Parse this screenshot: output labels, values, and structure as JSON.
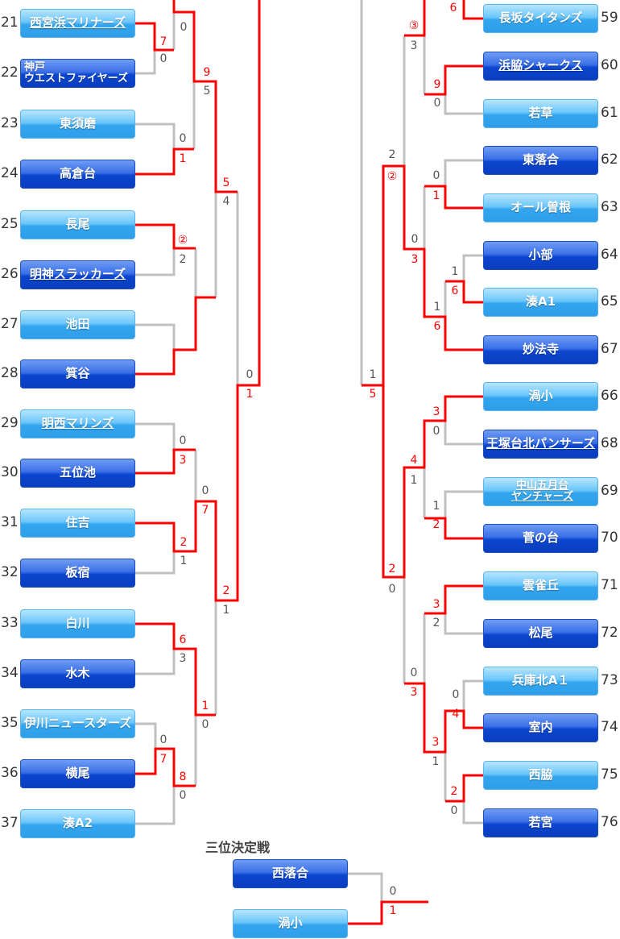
{
  "third_place_title": "三位決定戦",
  "teams_left": [
    {
      "no": "21",
      "name": [
        "西宮浜マリナーズ"
      ],
      "tone": "light",
      "underline": true
    },
    {
      "no": "22",
      "name": [
        "神戸",
        "ウエストファイヤーズ"
      ],
      "tone": "dark",
      "underline": false
    },
    {
      "no": "23",
      "name": [
        "東須磨"
      ],
      "tone": "light",
      "underline": false
    },
    {
      "no": "24",
      "name": [
        "高倉台"
      ],
      "tone": "dark",
      "underline": false
    },
    {
      "no": "25",
      "name": [
        "長尾"
      ],
      "tone": "light",
      "underline": false
    },
    {
      "no": "26",
      "name": [
        "明神スラッカーズ"
      ],
      "tone": "dark",
      "underline": true
    },
    {
      "no": "27",
      "name": [
        "池田"
      ],
      "tone": "light",
      "underline": false
    },
    {
      "no": "28",
      "name": [
        "箕谷"
      ],
      "tone": "dark",
      "underline": false
    },
    {
      "no": "29",
      "name": [
        "明西マリンズ"
      ],
      "tone": "light",
      "underline": true
    },
    {
      "no": "30",
      "name": [
        "五位池"
      ],
      "tone": "dark",
      "underline": false
    },
    {
      "no": "31",
      "name": [
        "住吉"
      ],
      "tone": "light",
      "underline": false
    },
    {
      "no": "32",
      "name": [
        "板宿"
      ],
      "tone": "dark",
      "underline": false
    },
    {
      "no": "33",
      "name": [
        "白川"
      ],
      "tone": "light",
      "underline": false
    },
    {
      "no": "34",
      "name": [
        "水木"
      ],
      "tone": "dark",
      "underline": false
    },
    {
      "no": "35",
      "name": [
        "伊川ニュースターズ"
      ],
      "tone": "light",
      "underline": false
    },
    {
      "no": "36",
      "name": [
        "横尾"
      ],
      "tone": "dark",
      "underline": false
    },
    {
      "no": "37",
      "name": [
        "湊A2"
      ],
      "tone": "light",
      "underline": false
    }
  ],
  "teams_right": [
    {
      "no": "59",
      "name": [
        "長坂タイタンズ"
      ],
      "tone": "light",
      "underline": false
    },
    {
      "no": "60",
      "name": [
        "浜脇シャークス"
      ],
      "tone": "dark",
      "underline": true
    },
    {
      "no": "61",
      "name": [
        "若草"
      ],
      "tone": "light",
      "underline": false
    },
    {
      "no": "62",
      "name": [
        "東落合"
      ],
      "tone": "dark",
      "underline": false
    },
    {
      "no": "63",
      "name": [
        "オール曽根"
      ],
      "tone": "light",
      "underline": false
    },
    {
      "no": "64",
      "name": [
        "小部"
      ],
      "tone": "dark",
      "underline": false
    },
    {
      "no": "65",
      "name": [
        "湊A1"
      ],
      "tone": "light",
      "underline": false
    },
    {
      "no": "67",
      "name": [
        "妙法寺"
      ],
      "tone": "dark",
      "underline": false
    },
    {
      "no": "66",
      "name": [
        "渦小"
      ],
      "tone": "light",
      "underline": false
    },
    {
      "no": "68",
      "name": [
        "王塚台北パンサーズ"
      ],
      "tone": "dark",
      "underline": true
    },
    {
      "no": "69",
      "name": [
        "中山五月台",
        "ヤンチャーズ"
      ],
      "tone": "light",
      "underline": true
    },
    {
      "no": "70",
      "name": [
        "菅の台"
      ],
      "tone": "dark",
      "underline": false
    },
    {
      "no": "71",
      "name": [
        "雲雀丘"
      ],
      "tone": "light",
      "underline": false
    },
    {
      "no": "72",
      "name": [
        "松尾"
      ],
      "tone": "dark",
      "underline": false
    },
    {
      "no": "73",
      "name": [
        "兵庫北A１"
      ],
      "tone": "light",
      "underline": false
    },
    {
      "no": "74",
      "name": [
        "室内"
      ],
      "tone": "dark",
      "underline": false
    },
    {
      "no": "75",
      "name": [
        "西脇"
      ],
      "tone": "light",
      "underline": false
    },
    {
      "no": "76",
      "name": [
        "若宮"
      ],
      "tone": "dark",
      "underline": false
    }
  ],
  "teams_third": [
    {
      "name": [
        "西落合"
      ],
      "tone": "dark",
      "underline": false
    },
    {
      "name": [
        "渦小"
      ],
      "tone": "light",
      "underline": false
    }
  ],
  "scores": [
    {
      "v": "0",
      "win": false
    },
    {
      "v": "7",
      "win": true
    },
    {
      "v": "0",
      "win": false
    },
    {
      "v": "0",
      "win": false
    },
    {
      "v": "1",
      "win": true
    },
    {
      "v": "9",
      "win": true
    },
    {
      "v": "5",
      "win": false
    },
    {
      "v": "5",
      "win": true
    },
    {
      "v": "4",
      "win": false
    },
    {
      "v": "②",
      "win": true
    },
    {
      "v": "2",
      "win": false
    },
    {
      "v": "0",
      "win": false
    },
    {
      "v": "1",
      "win": true
    },
    {
      "v": "0",
      "win": false
    },
    {
      "v": "3",
      "win": true
    },
    {
      "v": "2",
      "win": true
    },
    {
      "v": "1",
      "win": false
    },
    {
      "v": "0",
      "win": false
    },
    {
      "v": "7",
      "win": true
    },
    {
      "v": "2",
      "win": true
    },
    {
      "v": "1",
      "win": false
    },
    {
      "v": "6",
      "win": true
    },
    {
      "v": "3",
      "win": false
    },
    {
      "v": "0",
      "win": false
    },
    {
      "v": "7",
      "win": true
    },
    {
      "v": "8",
      "win": true
    },
    {
      "v": "0",
      "win": false
    },
    {
      "v": "1",
      "win": true
    },
    {
      "v": "0",
      "win": false
    },
    {
      "v": "6",
      "win": true
    },
    {
      "v": "9",
      "win": true
    },
    {
      "v": "0",
      "win": false
    },
    {
      "v": "③",
      "win": true
    },
    {
      "v": "3",
      "win": false
    },
    {
      "v": "2",
      "win": false
    },
    {
      "v": "②",
      "win": true
    },
    {
      "v": "0",
      "win": false
    },
    {
      "v": "1",
      "win": true
    },
    {
      "v": "1",
      "win": false
    },
    {
      "v": "6",
      "win": true
    },
    {
      "v": "1",
      "win": false
    },
    {
      "v": "6",
      "win": true
    },
    {
      "v": "0",
      "win": false
    },
    {
      "v": "3",
      "win": true
    },
    {
      "v": "1",
      "win": false
    },
    {
      "v": "5",
      "win": true
    },
    {
      "v": "2",
      "win": true
    },
    {
      "v": "0",
      "win": false
    },
    {
      "v": "4",
      "win": true
    },
    {
      "v": "1",
      "win": false
    },
    {
      "v": "3",
      "win": true
    },
    {
      "v": "0",
      "win": false
    },
    {
      "v": "1",
      "win": false
    },
    {
      "v": "2",
      "win": true
    },
    {
      "v": "3",
      "win": true
    },
    {
      "v": "2",
      "win": false
    },
    {
      "v": "0",
      "win": false
    },
    {
      "v": "4",
      "win": true
    },
    {
      "v": "2",
      "win": true
    },
    {
      "v": "0",
      "win": false
    },
    {
      "v": "3",
      "win": true
    },
    {
      "v": "1",
      "win": false
    },
    {
      "v": "0",
      "win": false
    },
    {
      "v": "3",
      "win": true
    },
    {
      "v": "0",
      "win": false
    },
    {
      "v": "1",
      "win": true
    }
  ],
  "colors": {
    "winner_line": "#ff0000",
    "loser_line": "#c0c0c0"
  }
}
